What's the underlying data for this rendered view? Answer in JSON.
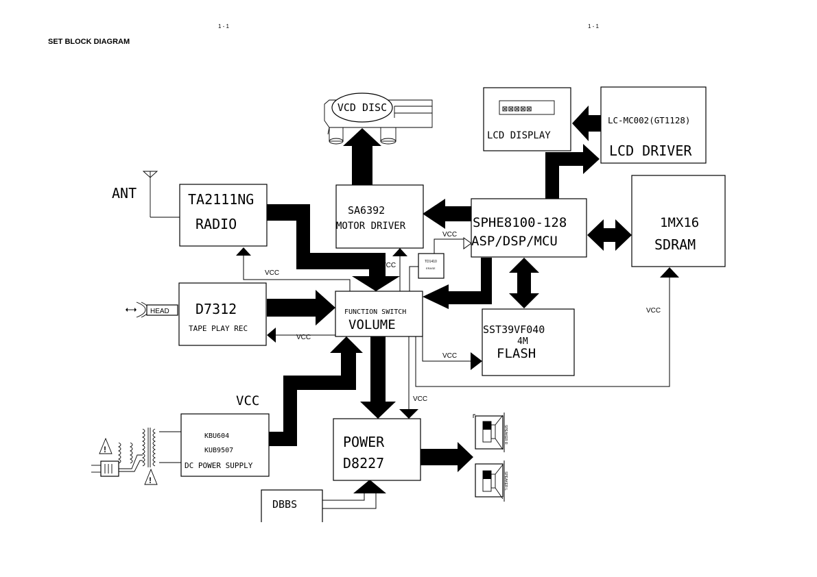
{
  "header": {
    "page_num_left": "1 - 1",
    "page_num_right": "1 - 1",
    "title": "SET BLOCK DIAGRAM"
  },
  "blocks": {
    "vcd_disc": "VCD DISC",
    "lcd_display": "LCD DISPLAY",
    "lcd_driver_part": "LC-MC002(GT1128)",
    "lcd_driver": "LCD DRIVER",
    "radio_part": "TA2111NG",
    "radio": "RADIO",
    "motor_part": "SA6392",
    "motor": "MOTOR DRIVER",
    "cpu_part": "SPHE8100-128",
    "cpu": "ASP/DSP/MCU",
    "sdram_part": "1MX16",
    "sdram": "SDRAM",
    "tape_part": "D7312",
    "tape": "TAPE PLAY REC",
    "func_switch": "FUNCTION SWITCH",
    "volume": "VOLUME",
    "flash_part": "SST39VF040",
    "flash_size": "4M",
    "flash": "FLASH",
    "psu_part1": "KBU604",
    "psu_part2": "KUB9507",
    "psu": "DC POWER SUPPLY",
    "power": "POWER",
    "power_part": "D8227",
    "dbbs": "DBBS",
    "small_ic_1": "TD1410",
    "small_ic_2": "ERASE"
  },
  "labels": {
    "ant": "ANT",
    "head": "HEAD",
    "vcc": "VCC",
    "speaker_r": "SPEAKER R",
    "speaker_l": "SPEAKER L"
  }
}
